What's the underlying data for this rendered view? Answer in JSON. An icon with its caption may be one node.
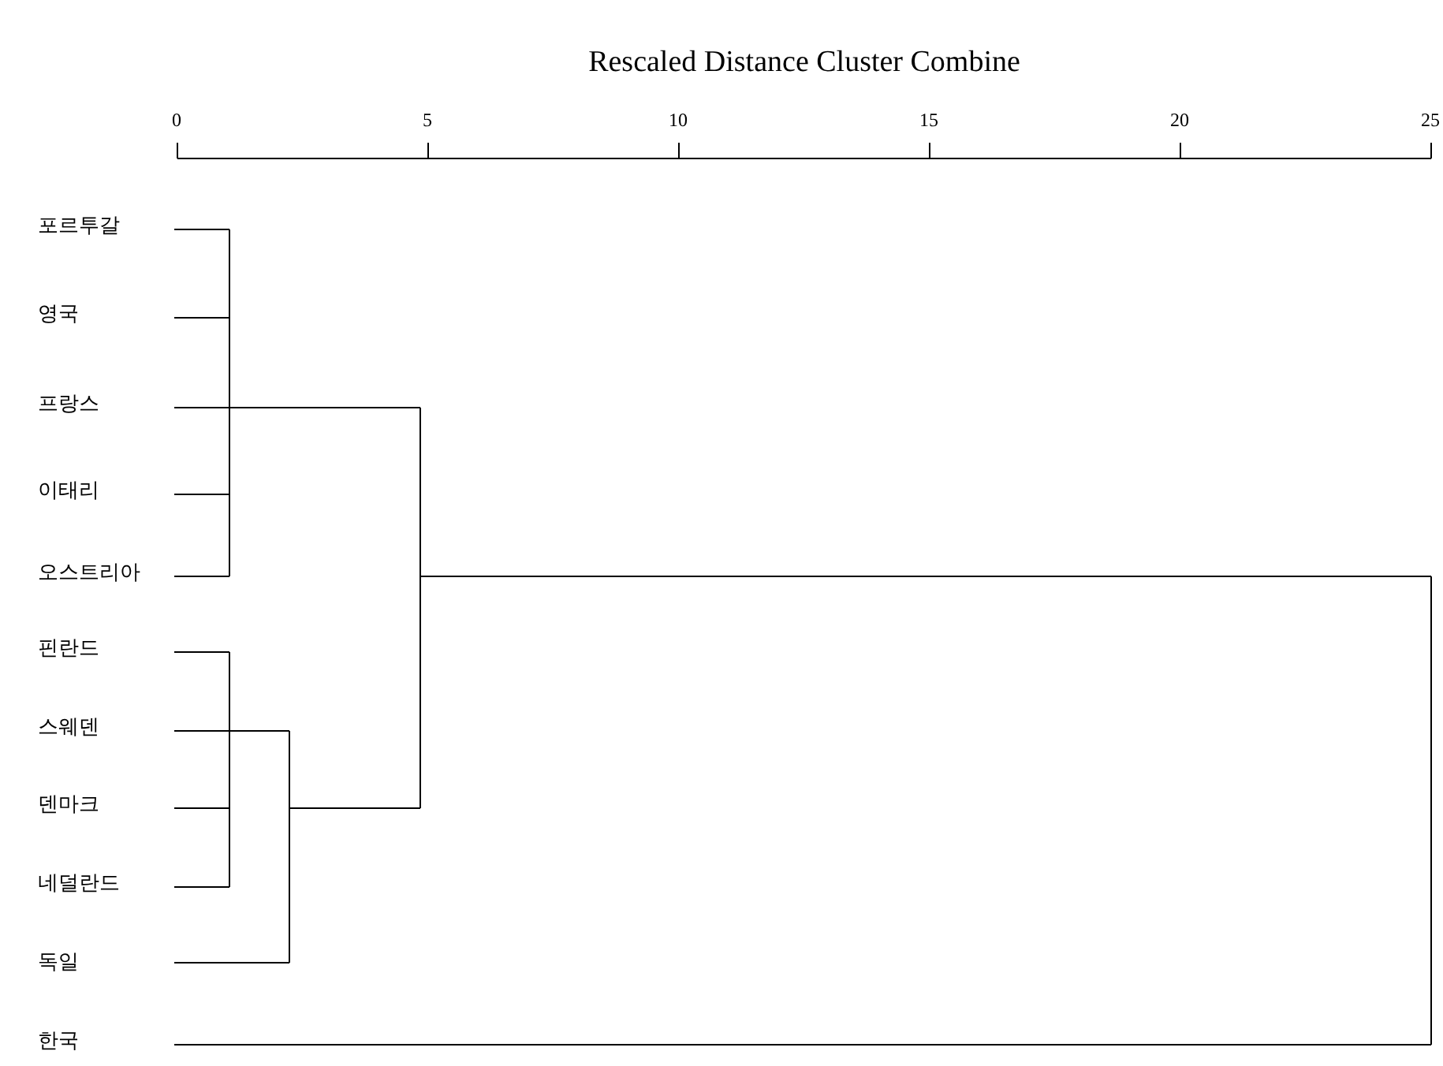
{
  "diagram": {
    "title": "Rescaled Distance Cluster Combine",
    "labels": [
      "0",
      "5",
      "10",
      "15",
      "20",
      "25",
      "포르투갈",
      "영국",
      "프랑스",
      "이태리",
      "오스트리아",
      "핀란드",
      "스웨덴",
      "덴마크",
      "네덜란드",
      "독일",
      "한국"
    ]
  }
}
